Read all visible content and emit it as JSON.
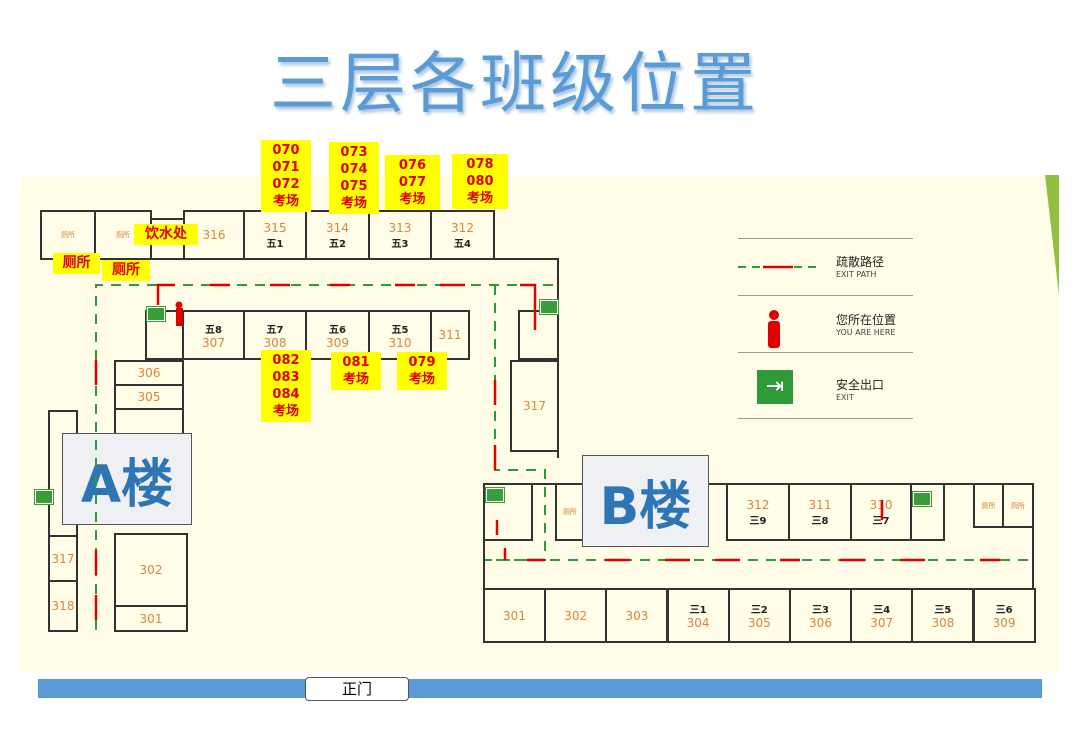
{
  "title": "三层各班级位置",
  "legend": {
    "path": "疏散路径",
    "path_en": "EXIT PATH",
    "here": "您所在位置",
    "here_en": "YOU ARE HERE",
    "exit": "安全出口",
    "exit_en": "EXIT"
  },
  "gate": "正门",
  "a": {
    "label": "A楼",
    "wc1": "厕所",
    "wc2": "厕所",
    "r316": "316",
    "r315": "315",
    "r314": "314",
    "r313": "313",
    "r312": "312",
    "r307": "307",
    "r308": "308",
    "r309": "309",
    "r310": "310",
    "r311": "311",
    "r306": "306",
    "r305": "305",
    "r317": "317",
    "r318": "318",
    "r302": "302",
    "r301": "301",
    "rb317": "317",
    "c315": "五1",
    "c314": "五2",
    "c313": "五3",
    "c312": "五4",
    "c310": "五5",
    "c309": "五6",
    "c308": "五7",
    "c307": "五8"
  },
  "notes": {
    "wc1": "厕所",
    "wc2": "厕所",
    "water": "饮水处",
    "n1": [
      "070",
      "071",
      "072",
      "考场"
    ],
    "n2": [
      "073",
      "074",
      "075",
      "考场"
    ],
    "n3": [
      "076",
      "077",
      "考场"
    ],
    "n4": [
      "078",
      "080",
      "考场"
    ],
    "n5": [
      "082",
      "083",
      "084",
      "考场"
    ],
    "n6": [
      "081",
      "考场"
    ],
    "n7": [
      "079",
      "考场"
    ]
  },
  "b": {
    "label": "B楼",
    "wc0": "厕所",
    "wc1": "厕所",
    "wc2": "厕所",
    "top": [
      {
        "room": "312",
        "cls": "三9"
      },
      {
        "room": "311",
        "cls": "三8"
      },
      {
        "room": "310",
        "cls": "三7"
      }
    ],
    "bottom": [
      {
        "room": "301",
        "cls": ""
      },
      {
        "room": "302",
        "cls": ""
      },
      {
        "room": "303",
        "cls": ""
      },
      {
        "room": "304",
        "cls": "三1"
      },
      {
        "room": "305",
        "cls": "三2"
      },
      {
        "room": "306",
        "cls": "三3"
      },
      {
        "room": "307",
        "cls": "三4"
      },
      {
        "room": "308",
        "cls": "三5"
      },
      {
        "room": "309",
        "cls": "三6"
      }
    ]
  },
  "colors": {
    "note_bg": "#ffff00",
    "note_text": "#e00000",
    "title": "#5b9bd5",
    "path": "#2e9a3a",
    "arrow": "#e00000"
  }
}
